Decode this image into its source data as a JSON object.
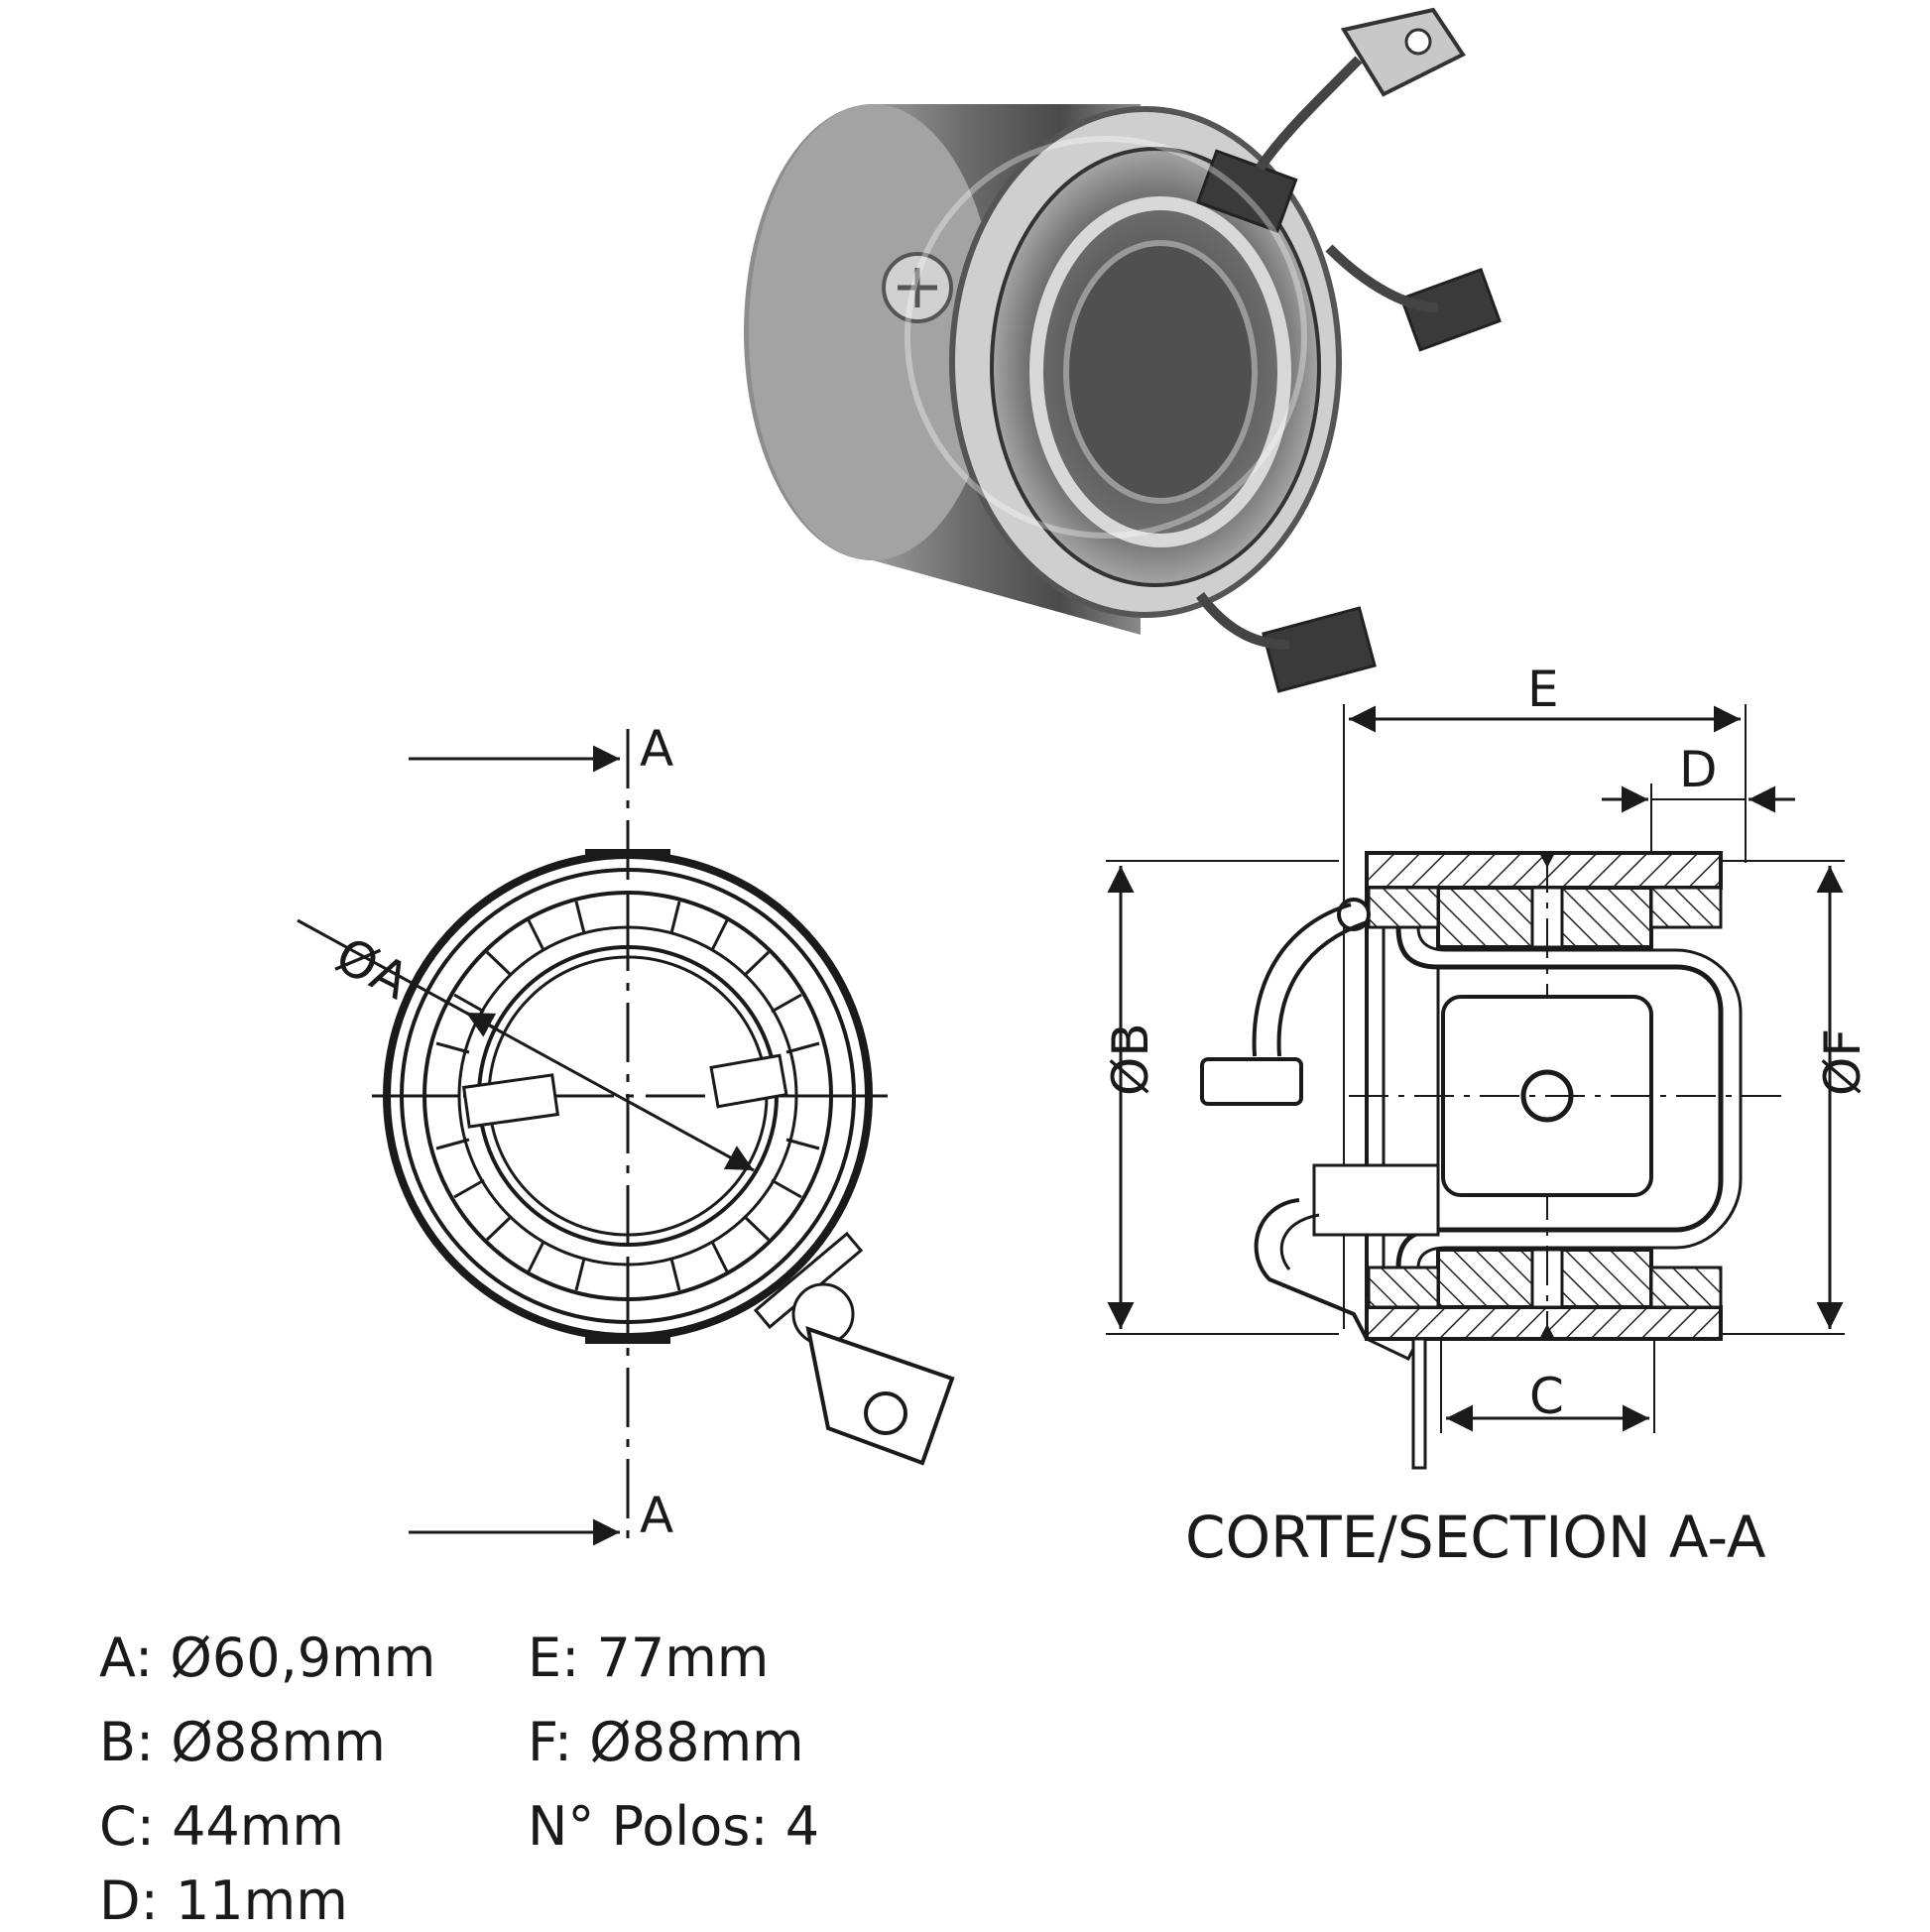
{
  "views": {
    "section_marker_top": "A",
    "section_marker_bottom": "A",
    "dim_a": "ØA",
    "dim_b": "ØB",
    "dim_c": "C",
    "dim_d": "D",
    "dim_e": "E",
    "dim_f": "ØF",
    "section_caption": "CORTE/SECTION  A-A"
  },
  "specs": [
    {
      "text": "A: Ø60,9mm"
    },
    {
      "text": "B: Ø88mm"
    },
    {
      "text": "C: 44mm"
    },
    {
      "text": "D: 11mm"
    },
    {
      "text": "E: 77mm"
    },
    {
      "text": "F: Ø88mm"
    },
    {
      "text": "N° Polos: 4"
    }
  ]
}
